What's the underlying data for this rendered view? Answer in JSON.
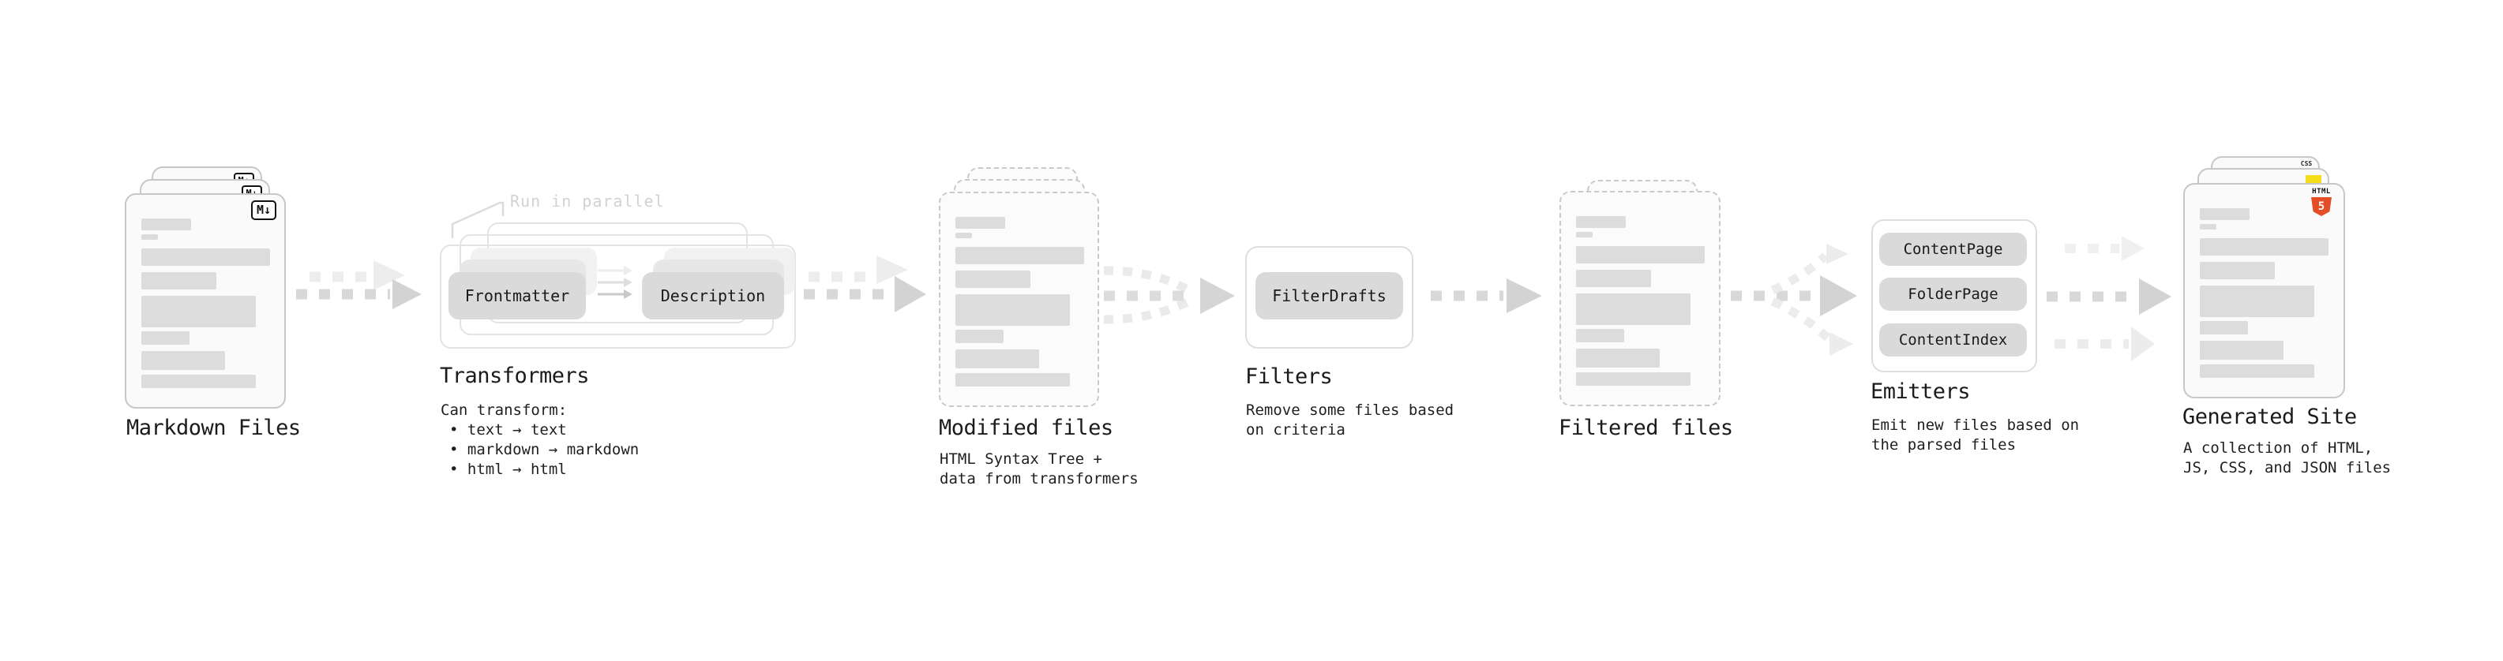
{
  "nodes": {
    "markdown_files": {
      "label": "Markdown Files",
      "badge": "M↓"
    },
    "transformers": {
      "label": "Transformers",
      "annotation": "Run in parallel",
      "pills": [
        "Frontmatter",
        "Description"
      ],
      "description": [
        "Can transform:",
        "• text → text",
        "• markdown → markdown",
        "• html → html"
      ]
    },
    "modified_files": {
      "label": "Modified files",
      "description": [
        "HTML Syntax Tree +",
        "data from transformers"
      ]
    },
    "filters": {
      "label": "Filters",
      "pills": [
        "FilterDrafts"
      ],
      "description": [
        "Remove some files based",
        "on criteria"
      ]
    },
    "filtered_files": {
      "label": "Filtered files"
    },
    "emitters": {
      "label": "Emitters",
      "pills": [
        "ContentPage",
        "FolderPage",
        "ContentIndex"
      ],
      "description": [
        "Emit new files based on",
        "the parsed files"
      ]
    },
    "generated_site": {
      "label": "Generated Site",
      "description": [
        "A collection of HTML,",
        "JS, CSS, and JSON files"
      ],
      "badges": {
        "html_label": "HTML",
        "html_number": "5",
        "css_label": "CSS"
      }
    }
  },
  "colors": {
    "html5_orange": "#e44d26",
    "js_yellow": "#f5de19",
    "css_blue": "#2964f2",
    "arrow_gray": "#d8d8d8",
    "arrow_light_gray": "#ededed",
    "bar_gray": "#dcdcdc"
  }
}
